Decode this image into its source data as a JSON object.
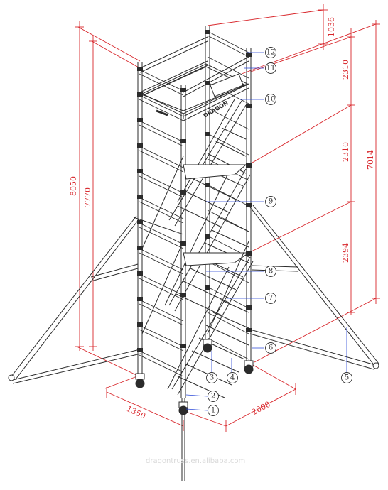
{
  "brand": "DRAGON",
  "watermark": "dragontruss.en.alibaba.com",
  "colors": {
    "dimension": "#d8262b",
    "frame": "#2b2b2b",
    "leader": "#2a48d8"
  },
  "dimensions": {
    "top_rail": "1036",
    "section_1": "2310",
    "section_2": "2310",
    "section_3": "2394",
    "platform_height": "7014",
    "overall_height": "8050",
    "frame_height": "7770",
    "width": "1350",
    "length": "2000"
  },
  "callouts": [
    "1",
    "2",
    "3",
    "4",
    "5",
    "6",
    "7",
    "8",
    "9",
    "10",
    "11",
    "12"
  ]
}
